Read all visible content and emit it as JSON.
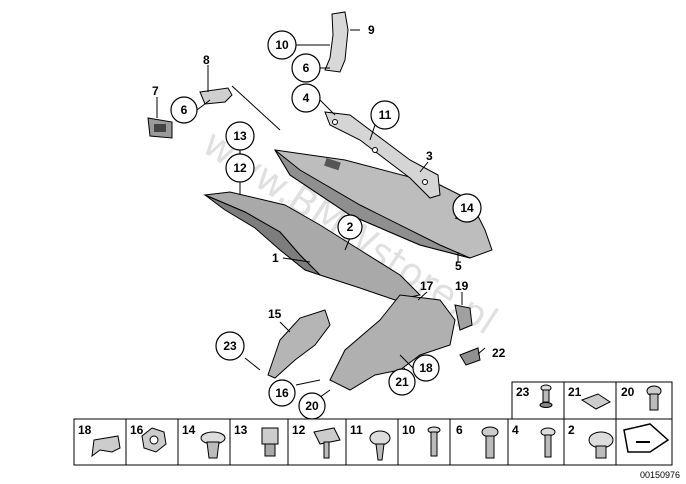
{
  "diagram": {
    "id_code": "00150976",
    "watermark": "www.BMWstore.pl"
  },
  "callouts": [
    "10",
    "6",
    "4",
    "11",
    "13",
    "12",
    "2",
    "14",
    "23",
    "16",
    "20",
    "21",
    "18",
    "6"
  ],
  "plain_labels": [
    "9",
    "8",
    "7",
    "3",
    "1",
    "5",
    "15",
    "17",
    "19",
    "22"
  ],
  "parts_bottom_row": [
    "18",
    "16",
    "14",
    "13",
    "12",
    "11",
    "10",
    "6",
    "4",
    "2"
  ],
  "parts_top_row": [
    "23",
    "21",
    "20"
  ]
}
